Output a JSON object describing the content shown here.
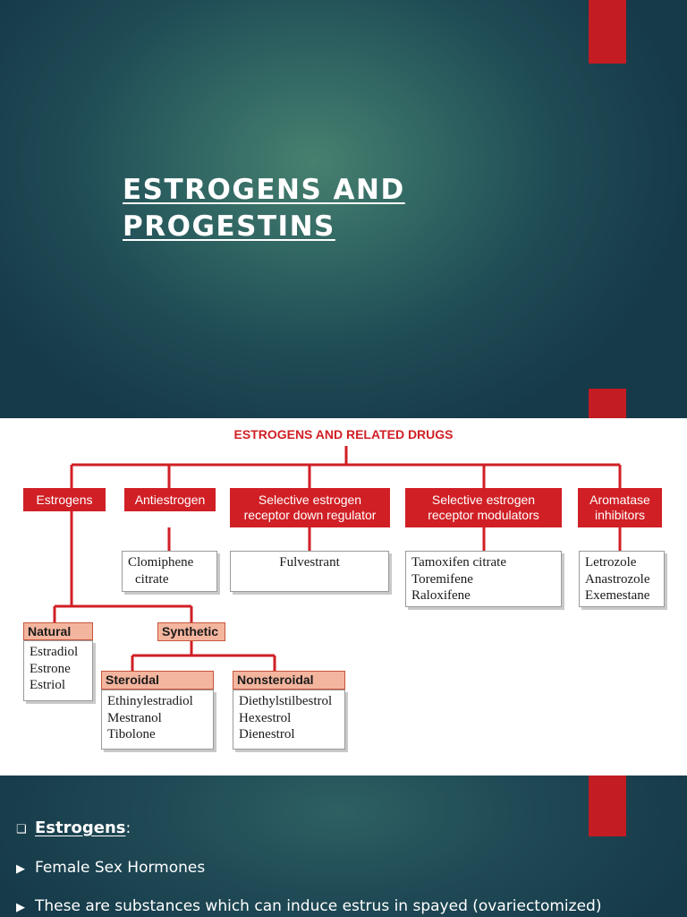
{
  "slide_title": "ESTROGENS AND\nPROGESTINS ",
  "diagram": {
    "heading": "ESTROGENS AND RELATED DRUGS",
    "categories": [
      {
        "key": "estrogens",
        "label": "Estrogens"
      },
      {
        "key": "antiestrogen",
        "label": "Antiestrogen",
        "items": [
          "Clomiphene",
          "citrate"
        ]
      },
      {
        "key": "serd",
        "label": "Selective estrogen\nreceptor down regulator",
        "items": [
          "Fulvestrant"
        ]
      },
      {
        "key": "serm",
        "label": "Selective estrogen\nreceptor modulators",
        "items": [
          "Tamoxifen citrate",
          "Toremifene",
          "Raloxifene"
        ]
      },
      {
        "key": "aromatase",
        "label": "Aromatase\ninhibitors",
        "items": [
          "Letrozole",
          "Anastrozole",
          "Exemestane"
        ]
      }
    ],
    "natural": {
      "label": "Natural",
      "items": [
        "Estradiol",
        "Estrone",
        "Estriol"
      ]
    },
    "synthetic": {
      "label": "Synthetic"
    },
    "steroidal": {
      "label": "Steroidal",
      "items": [
        "Ethinylestradiol",
        "Mestranol",
        "Tibolone"
      ]
    },
    "nonsteroidal": {
      "label": "Nonsteroidal",
      "items": [
        "Diethylstilbestrol",
        "Hexestrol",
        "Dienestrol"
      ]
    }
  },
  "bottom": {
    "section_marker": "❑",
    "section_label": "Estrogens",
    "section_suffix": ":",
    "bullets": [
      {
        "marker": "▶",
        "text": "Female Sex Hormones"
      },
      {
        "marker": "▶",
        "text": "These are substances which can induce estrus in spayed (ovariectomized)"
      }
    ]
  },
  "colors": {
    "accent_red": "#d01f25",
    "tab_red": "#c31c22",
    "pink": "#f4b59e",
    "background_teal": "#1f4b55"
  }
}
